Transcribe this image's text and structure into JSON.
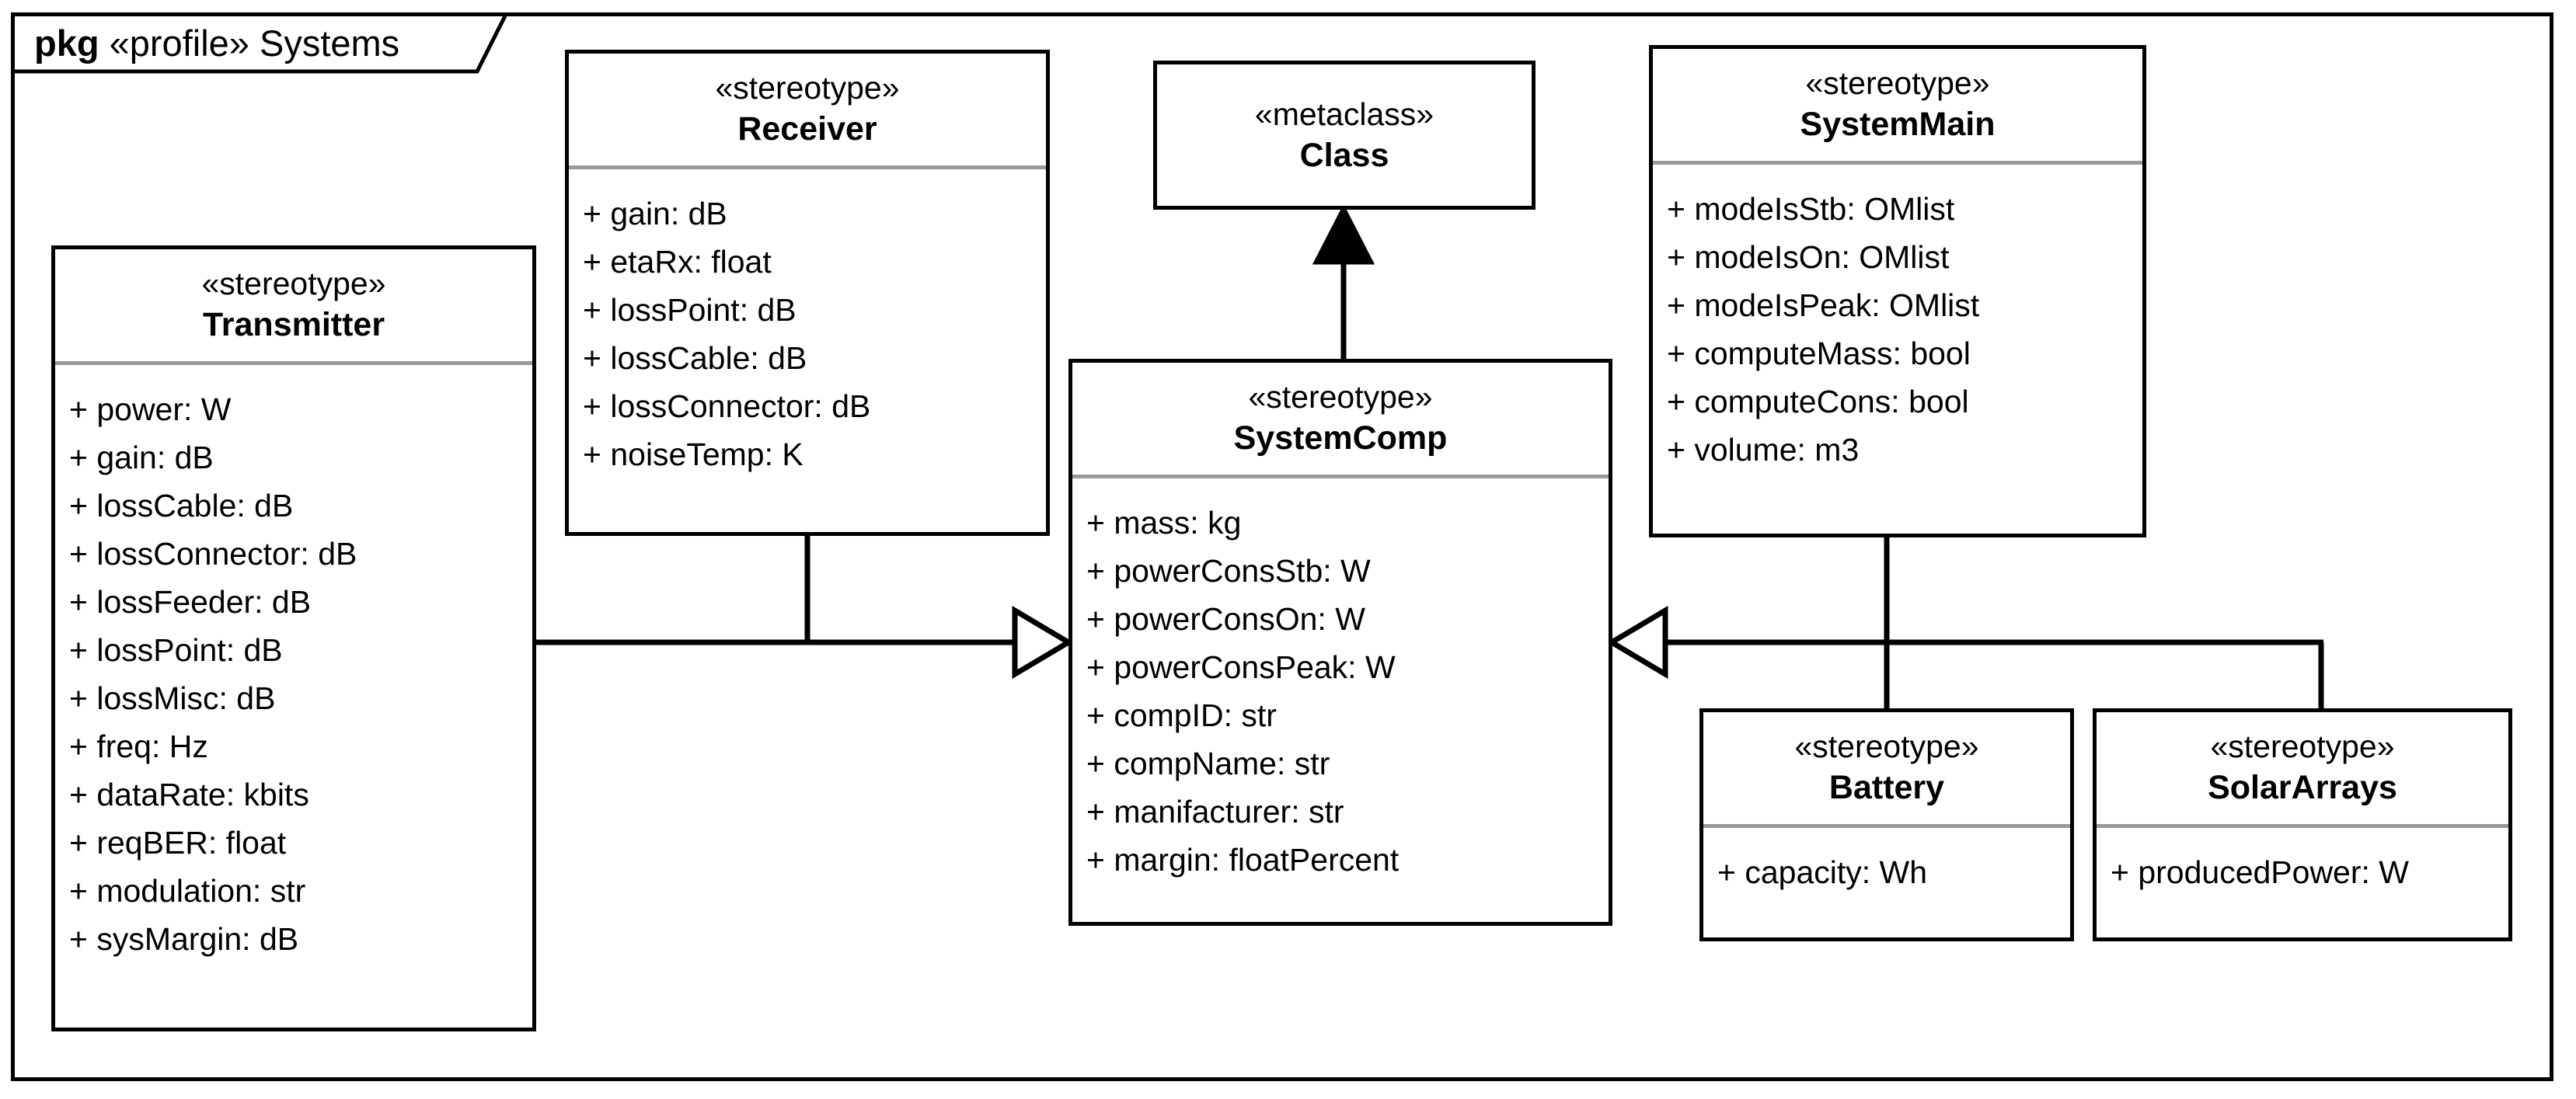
{
  "package": {
    "keyword": "pkg",
    "stereotype": "«profile»",
    "name": "Systems",
    "label": "pkg «profile» Systems"
  },
  "colors": {
    "line": "#000000",
    "compartment_divider": "#9a9a9a",
    "background": "#ffffff"
  },
  "classes": {
    "transmitter": {
      "stereotype": "«stereotype»",
      "name": "Transmitter",
      "attributes": [
        "+ power: W",
        "+ gain: dB",
        "+ lossCable: dB",
        "+ lossConnector: dB",
        "+ lossFeeder: dB",
        "+ lossPoint: dB",
        "+ lossMisc: dB",
        "+ freq: Hz",
        "+ dataRate: kbits",
        "+ reqBER: float",
        "+ modulation: str",
        "+ sysMargin: dB"
      ]
    },
    "receiver": {
      "stereotype": "«stereotype»",
      "name": "Receiver",
      "attributes": [
        "+ gain: dB",
        "+ etaRx: float",
        "+ lossPoint: dB",
        "+ lossCable: dB",
        "+ lossConnector: dB",
        "+ noiseTemp: K"
      ]
    },
    "metaclass_class": {
      "stereotype": "«metaclass»",
      "name": "Class",
      "attributes": []
    },
    "system_comp": {
      "stereotype": "«stereotype»",
      "name": "SystemComp",
      "attributes": [
        "+ mass: kg",
        "+ powerConsStb: W",
        "+ powerConsOn: W",
        "+ powerConsPeak: W",
        "+ compID: str",
        "+ compName: str",
        "+ manifacturer: str",
        "+ margin: floatPercent"
      ]
    },
    "system_main": {
      "stereotype": "«stereotype»",
      "name": "SystemMain",
      "attributes": [
        "+ modeIsStb: OMlist",
        "+ modeIsOn: OMlist",
        "+ modeIsPeak: OMlist",
        "+ computeMass: bool",
        "+ computeCons: bool",
        "+ volume: m3"
      ]
    },
    "battery": {
      "stereotype": "«stereotype»",
      "name": "Battery",
      "attributes": [
        "+ capacity: Wh"
      ]
    },
    "solar_arrays": {
      "stereotype": "«stereotype»",
      "name": "SolarArrays",
      "attributes": [
        "+ producedPower: W"
      ]
    }
  },
  "relationships": [
    {
      "id": "extension-systemcomp-class",
      "type": "extension",
      "arrow": "filled-triangle",
      "source": "system_comp",
      "target": "metaclass_class"
    },
    {
      "id": "generalization-transmitter-systemcomp",
      "type": "generalization",
      "arrow": "hollow-triangle",
      "source": "transmitter",
      "target": "system_comp"
    },
    {
      "id": "generalization-receiver-systemcomp",
      "type": "generalization",
      "arrow": "hollow-triangle",
      "source": "receiver",
      "target": "system_comp"
    },
    {
      "id": "generalization-systemmain-systemcomp",
      "type": "generalization",
      "arrow": "hollow-triangle",
      "source": "system_main",
      "target": "system_comp"
    },
    {
      "id": "generalization-battery-systemcomp",
      "type": "generalization",
      "arrow": "hollow-triangle",
      "source": "battery",
      "target": "system_comp"
    },
    {
      "id": "generalization-solararrays-systemcomp",
      "type": "generalization",
      "arrow": "hollow-triangle",
      "source": "solar_arrays",
      "target": "system_comp"
    }
  ]
}
